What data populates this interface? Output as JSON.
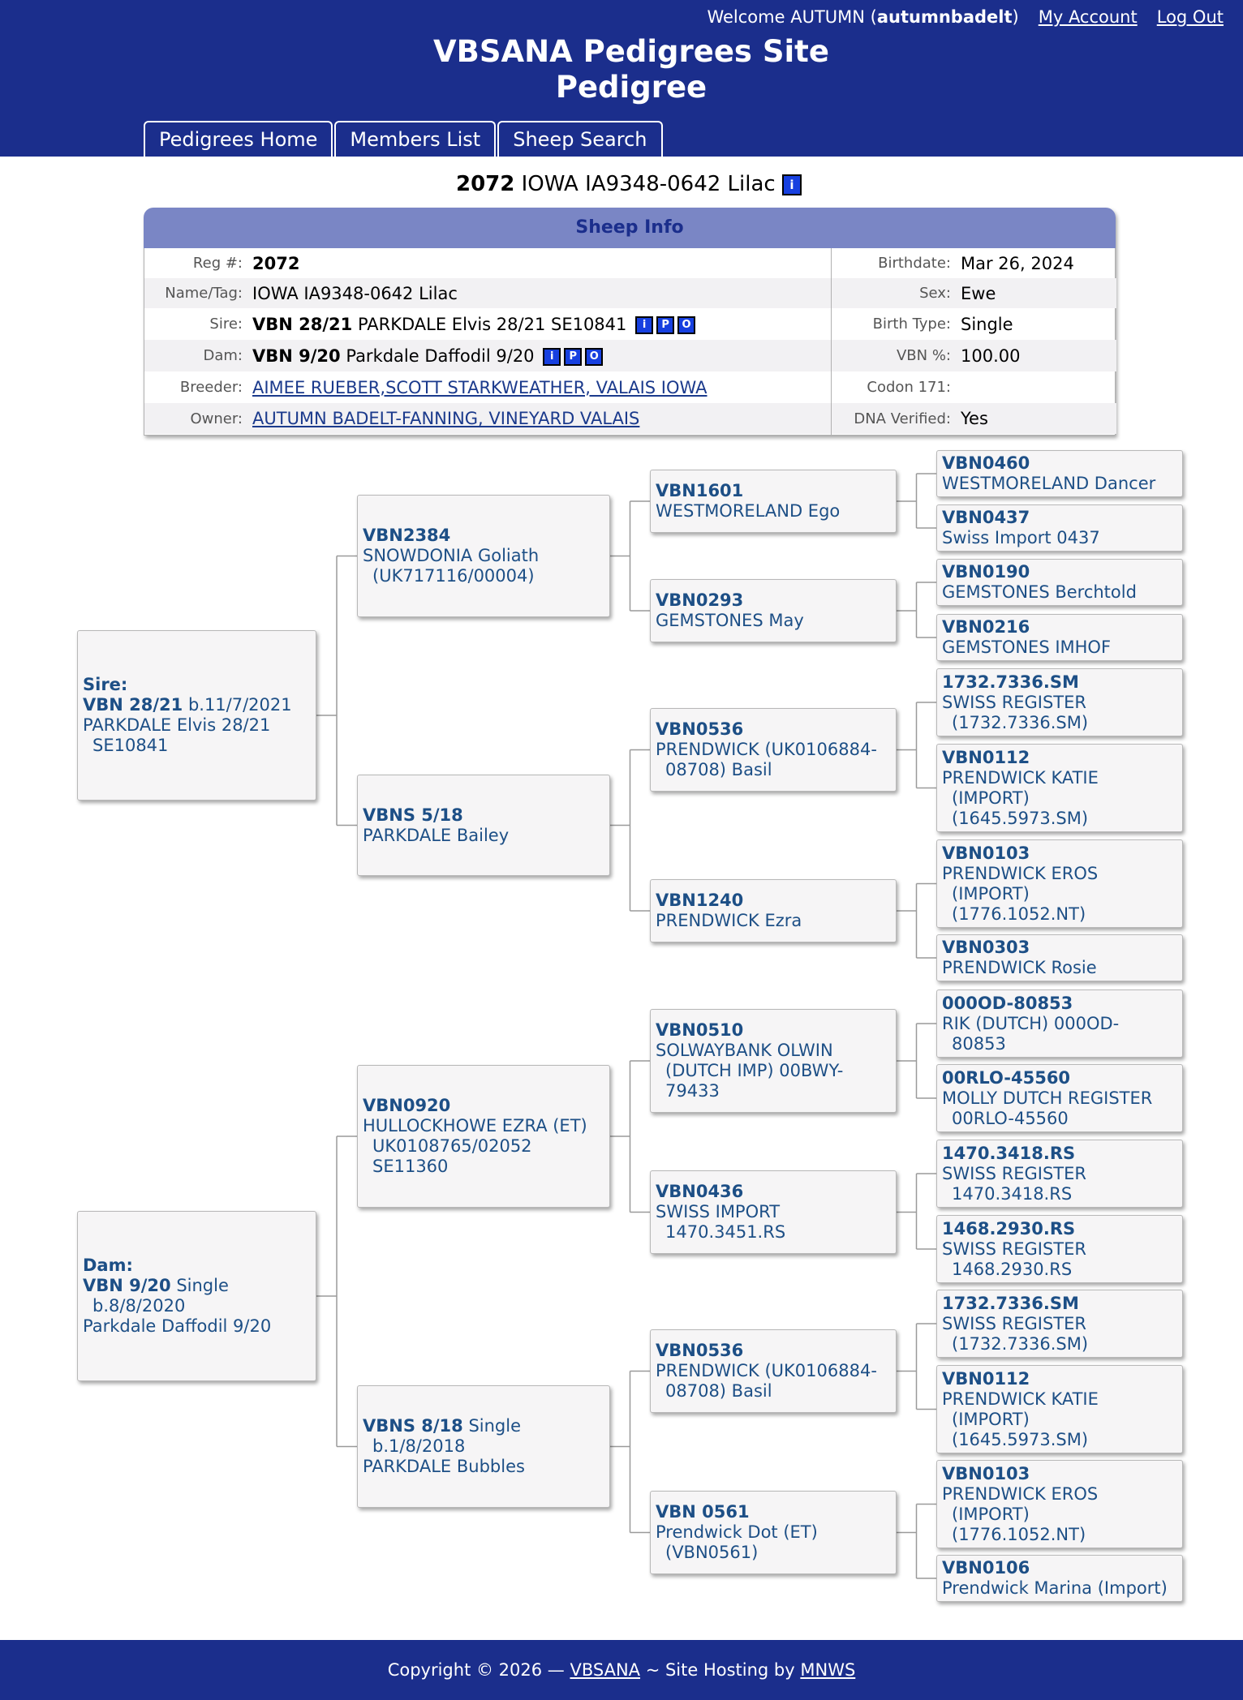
{
  "header": {
    "welcome_prefix": "Welcome AUTUMN (",
    "username": "autumnbadelt",
    "welcome_suffix": ")",
    "my_account": "My Account",
    "logout": "Log Out",
    "site_title": "VBSANA Pedigrees Site",
    "page_title": "Pedigree",
    "tabs": [
      "Pedigrees Home",
      "Members List",
      "Sheep Search"
    ]
  },
  "sheep": {
    "reg_no": "2072",
    "name": "IOWA IA9348-0642 Lilac",
    "info_icon": "i"
  },
  "info": {
    "title": "Sheep Info",
    "left": [
      {
        "label": "Reg #:",
        "reg": "2072",
        "text": ""
      },
      {
        "label": "Name/Tag:",
        "reg": "",
        "text": "IOWA IA9348-0642 Lilac"
      },
      {
        "label": "Sire:",
        "reg": "VBN 28/21",
        "text": "PARKDALE Elvis 28/21 SE10841"
      },
      {
        "label": "Dam:",
        "reg": "VBN 9/20",
        "text": "Parkdale Daffodil 9/20"
      },
      {
        "label": "Breeder:",
        "link": "AIMEE RUEBER,SCOTT STARKWEATHER, VALAIS IOWA"
      },
      {
        "label": "Owner:",
        "link": "AUTUMN BADELT-FANNING, VINEYARD VALAIS"
      }
    ],
    "right": [
      {
        "label": "Birthdate:",
        "value": "Mar 26, 2024"
      },
      {
        "label": "Sex:",
        "value": "Ewe"
      },
      {
        "label": "Birth Type:",
        "value": "Single"
      },
      {
        "label": "VBN %:",
        "value": "100.00"
      },
      {
        "label": "Codon 171:",
        "value": ""
      },
      {
        "label": "DNA Verified:",
        "value": "Yes"
      }
    ],
    "icons": [
      "i",
      "P",
      "O"
    ]
  },
  "pedigree": {
    "sire": {
      "lead": "Sire:",
      "reg": "VBN 28/21",
      "extra": " b.11/7/2021",
      "lines": [
        "PARKDALE Elvis 28/21",
        "SE10841"
      ]
    },
    "dam": {
      "lead": "Dam:",
      "reg": "VBN 9/20",
      "extra": " Single",
      "lines": [
        "b.8/8/2020",
        "Parkdale Daffodil 9/20"
      ]
    },
    "gen2": [
      {
        "reg": "VBN2384",
        "extra": "",
        "lines": [
          "SNOWDONIA Goliath",
          "(UK717116/00004)"
        ]
      },
      {
        "reg": "VBNS 5/18",
        "extra": "",
        "lines": [
          "PARKDALE Bailey"
        ]
      },
      {
        "reg": "VBN0920",
        "extra": "",
        "lines": [
          "HULLOCKHOWE EZRA (ET)",
          "UK0108765/02052",
          "SE11360"
        ]
      },
      {
        "reg": "VBNS 8/18",
        "extra": " Single",
        "lines": [
          "b.1/8/2018",
          "PARKDALE Bubbles"
        ]
      }
    ],
    "gen3": [
      {
        "reg": "VBN1601",
        "lines": [
          "WESTMORELAND Ego"
        ]
      },
      {
        "reg": "VBN0293",
        "lines": [
          "GEMSTONES May"
        ]
      },
      {
        "reg": "VBN0536",
        "lines": [
          "PRENDWICK (UK0106884-",
          "08708) Basil"
        ]
      },
      {
        "reg": "VBN1240",
        "lines": [
          "PRENDWICK Ezra"
        ]
      },
      {
        "reg": "VBN0510",
        "lines": [
          "SOLWAYBANK OLWIN",
          "(DUTCH IMP) 00BWY-",
          "79433"
        ]
      },
      {
        "reg": "VBN0436",
        "lines": [
          "SWISS IMPORT",
          "1470.3451.RS"
        ]
      },
      {
        "reg": "VBN0536",
        "lines": [
          "PRENDWICK (UK0106884-",
          "08708) Basil"
        ]
      },
      {
        "reg": "VBN 0561",
        "lines": [
          "Prendwick Dot (ET)",
          "(VBN0561)"
        ]
      }
    ],
    "gen4": [
      {
        "reg": "VBN0460",
        "lines": [
          "WESTMORELAND Dancer"
        ]
      },
      {
        "reg": "VBN0437",
        "lines": [
          "Swiss Import 0437"
        ]
      },
      {
        "reg": "VBN0190",
        "lines": [
          "GEMSTONES Berchtold"
        ]
      },
      {
        "reg": "VBN0216",
        "lines": [
          "GEMSTONES IMHOF"
        ]
      },
      {
        "reg": "1732.7336.SM",
        "lines": [
          "SWISS REGISTER",
          "(1732.7336.SM)"
        ]
      },
      {
        "reg": "VBN0112",
        "lines": [
          "PRENDWICK KATIE",
          "(IMPORT)",
          "(1645.5973.SM)"
        ]
      },
      {
        "reg": "VBN0103",
        "lines": [
          "PRENDWICK EROS",
          "(IMPORT)",
          "(1776.1052.NT)"
        ]
      },
      {
        "reg": "VBN0303",
        "lines": [
          "PRENDWICK Rosie"
        ]
      },
      {
        "reg": "000OD-80853",
        "lines": [
          "RIK (DUTCH) 000OD-",
          "80853"
        ]
      },
      {
        "reg": "00RLO-45560",
        "lines": [
          "MOLLY DUTCH REGISTER",
          "00RLO-45560"
        ]
      },
      {
        "reg": "1470.3418.RS",
        "lines": [
          "SWISS REGISTER",
          "1470.3418.RS"
        ]
      },
      {
        "reg": "1468.2930.RS",
        "lines": [
          "SWISS REGISTER",
          "1468.2930.RS"
        ]
      },
      {
        "reg": "1732.7336.SM",
        "lines": [
          "SWISS REGISTER",
          "(1732.7336.SM)"
        ]
      },
      {
        "reg": "VBN0112",
        "lines": [
          "PRENDWICK KATIE",
          "(IMPORT)",
          "(1645.5973.SM)"
        ]
      },
      {
        "reg": "VBN0103",
        "lines": [
          "PRENDWICK EROS",
          "(IMPORT)",
          "(1776.1052.NT)"
        ]
      },
      {
        "reg": "VBN0106",
        "lines": [
          "Prendwick Marina (Import)"
        ]
      }
    ]
  },
  "footer": {
    "prefix": "Copyright © 2026 — ",
    "org": "VBSANA",
    "middle": " ~  Site Hosting by ",
    "host": "MNWS"
  }
}
